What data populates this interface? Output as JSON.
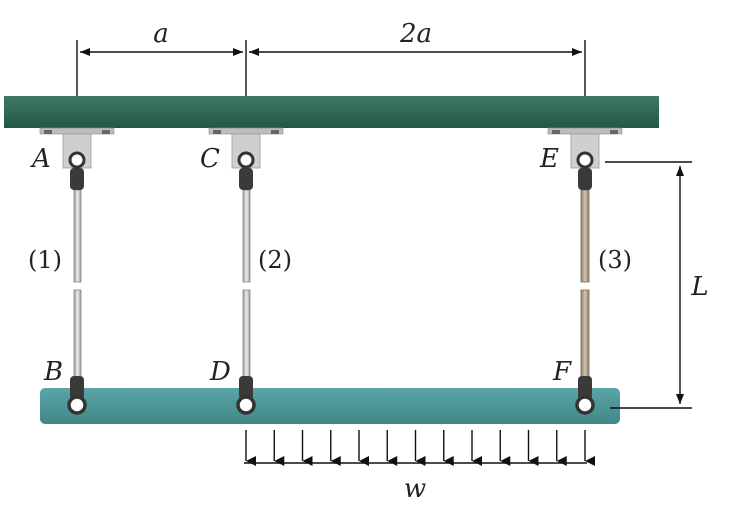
{
  "dimensions": {
    "a_label": "a",
    "two_a_label": "2a",
    "L_label": "L"
  },
  "points": {
    "A": "A",
    "B": "B",
    "C": "C",
    "D": "D",
    "E": "E",
    "F": "F"
  },
  "rods": {
    "rod1": "(1)",
    "rod2": "(2)",
    "rod3": "(3)"
  },
  "load": {
    "w_label": "w"
  },
  "colors": {
    "ceiling": "#2f6b5a",
    "beam": "#4f9a9b",
    "bracket": "#c9c9c9",
    "rod_steel": "#d4d4d4",
    "rod_bronze": "#b5a48f",
    "link_dark": "#3a3a3a"
  }
}
